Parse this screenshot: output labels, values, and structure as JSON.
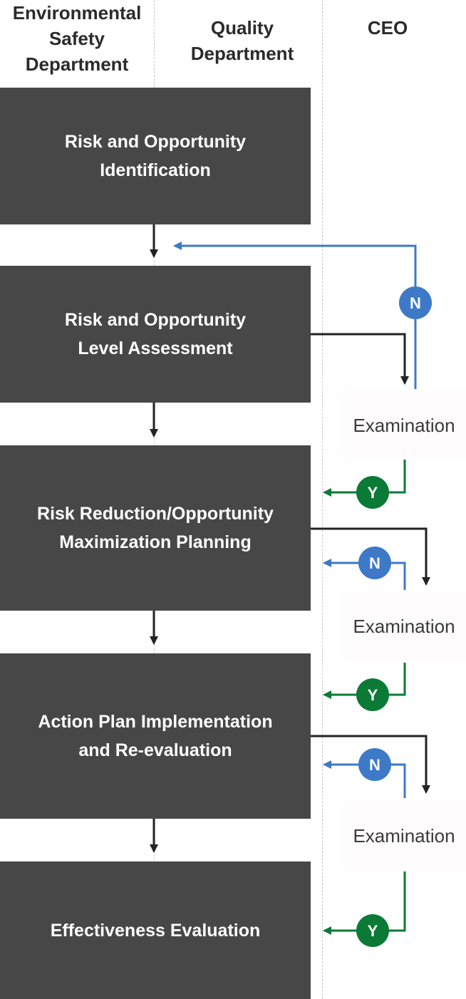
{
  "lanes": [
    {
      "lines": [
        "Environmental",
        "Safety",
        "Department"
      ]
    },
    {
      "lines": [
        "Quality",
        "Department"
      ]
    },
    {
      "lines": [
        "CEO"
      ]
    }
  ],
  "steps": [
    {
      "lines": [
        "Risk and Opportunity",
        "Identification"
      ]
    },
    {
      "lines": [
        "Risk and Opportunity",
        "Level Assessment"
      ]
    },
    {
      "lines": [
        "Risk Reduction/Opportunity",
        "Maximization Planning"
      ]
    },
    {
      "lines": [
        "Action Plan Implementation",
        "and Re-evaluation"
      ]
    },
    {
      "lines": [
        "Effectiveness Evaluation"
      ]
    }
  ],
  "examinations": [
    "Examination",
    "Examination",
    "Examination"
  ],
  "badges": {
    "no": "N",
    "yes": "Y"
  },
  "colors": {
    "box": "#474747",
    "no": "#3d79c6",
    "yes": "#0b7a36",
    "arrow": "#222222"
  }
}
